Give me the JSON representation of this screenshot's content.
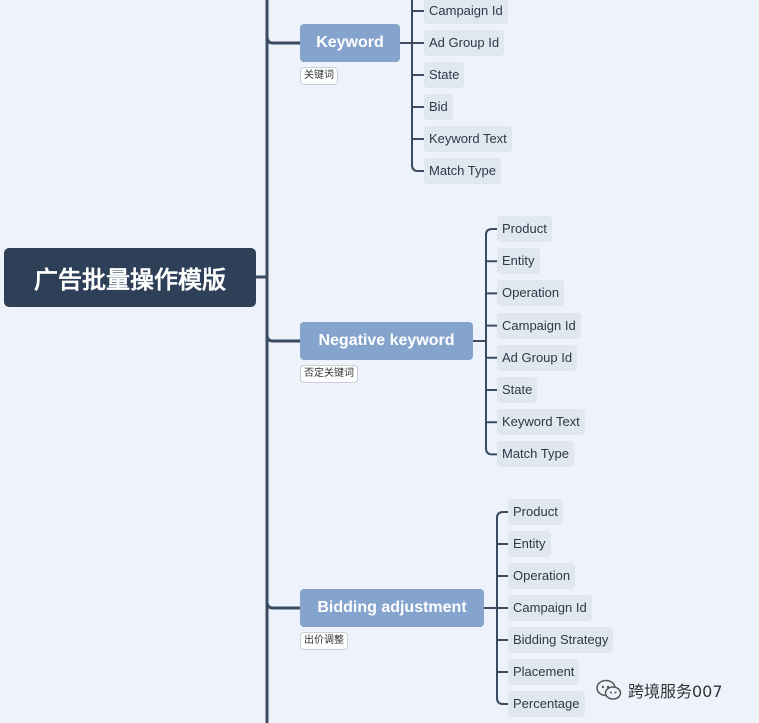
{
  "root": {
    "label": "广告批量操作模版"
  },
  "branches": [
    {
      "label": "Keyword",
      "tag": "关键词",
      "children": [
        "Campaign Id",
        "Ad Group Id",
        "State",
        "Bid",
        "Keyword Text",
        "Match Type"
      ]
    },
    {
      "label": "Negative keyword",
      "tag": "否定关键词",
      "children": [
        "Product",
        "Entity",
        "Operation",
        "Campaign Id",
        "Ad Group Id",
        "State",
        "Keyword Text",
        "Match Type"
      ]
    },
    {
      "label": "Bidding adjustment",
      "tag": "出价调整",
      "children": [
        "Product",
        "Entity",
        "Operation",
        "Campaign Id",
        "Bidding Strategy",
        "Placement",
        "Percentage"
      ]
    }
  ],
  "watermark": {
    "text": "跨境服务007",
    "icon": "wechat-icon"
  },
  "colors": {
    "background": "#eef3fb",
    "root": "#2e4058",
    "branch": "#85a4cd",
    "leaf": "#e1e7ef",
    "connector": "#3b4b62"
  }
}
